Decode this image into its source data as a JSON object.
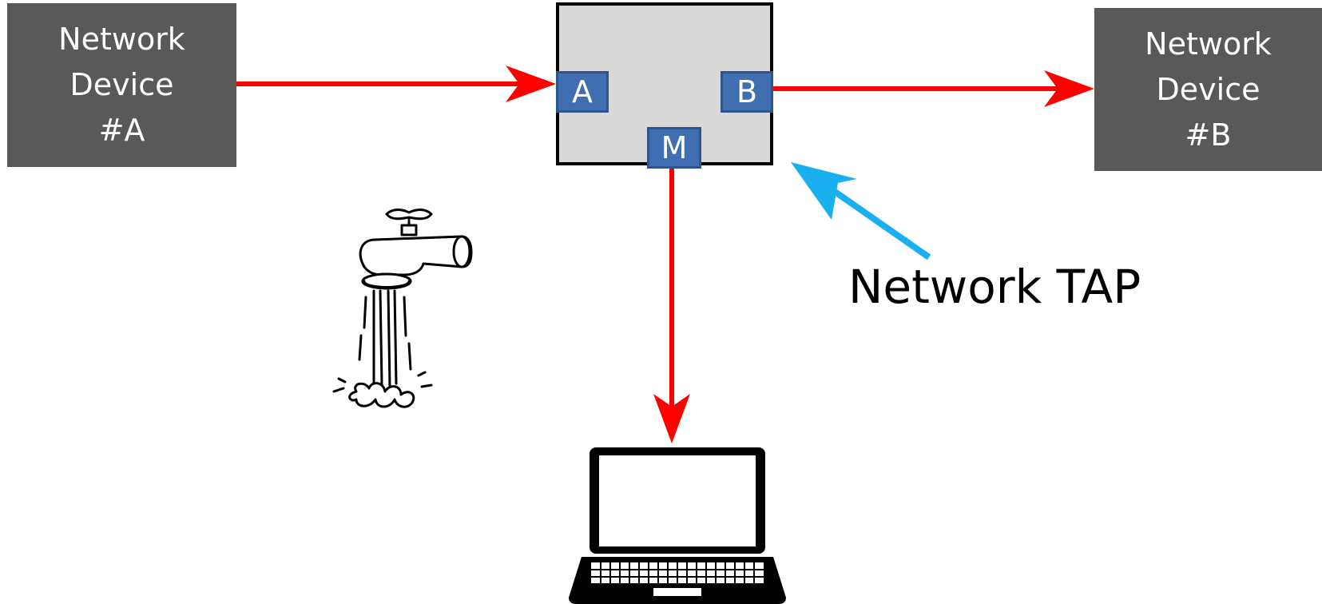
{
  "device_a": {
    "lines": [
      "Network",
      "Device",
      "#A"
    ]
  },
  "device_b": {
    "lines": [
      "Network",
      "Device",
      "#B"
    ]
  },
  "tap": {
    "label": "Network TAP",
    "ports": {
      "a": "A",
      "b": "B",
      "m": "M"
    }
  },
  "colors": {
    "link": "#ff0000",
    "pointer": "#1ab0ef",
    "device_fill": "#595959",
    "tap_fill": "#d9d9d9",
    "port_fill": "#3f6fb0"
  },
  "icons": [
    "water-faucet-icon",
    "laptop-icon"
  ]
}
